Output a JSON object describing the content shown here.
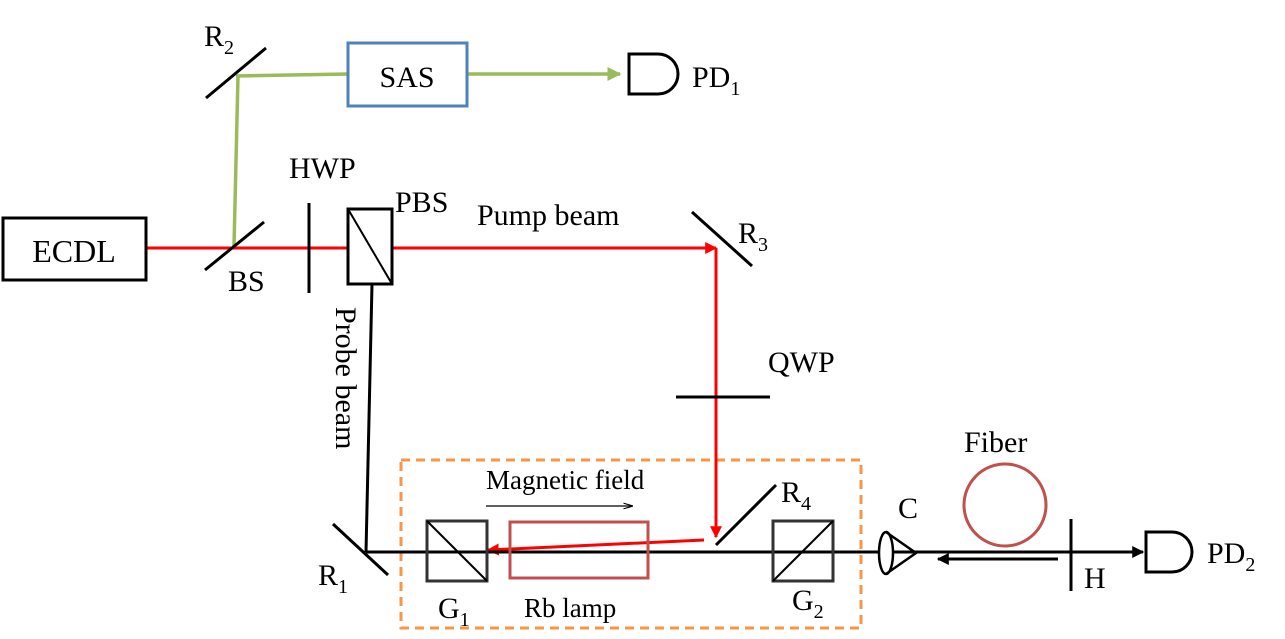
{
  "labels": {
    "ecdl": "ECDL",
    "sas": "SAS",
    "pd1": "PD",
    "pd1_sub": "1",
    "r2": "R",
    "r2_sub": "2",
    "hwp": "HWP",
    "pbs": "PBS",
    "pump_beam": "Pump beam",
    "r3": "R",
    "r3_sub": "3",
    "bs": "BS",
    "probe_beam": "Probe beam",
    "qwp": "QWP",
    "fiber": "Fiber",
    "magnetic_field": "Magnetic field",
    "r4": "R",
    "r4_sub": "4",
    "c": "C",
    "r1": "R",
    "r1_sub": "1",
    "g1": "G",
    "g1_sub": "1",
    "rb_lamp": "Rb lamp",
    "g2": "G",
    "g2_sub": "2",
    "h": "H",
    "pd2": "PD",
    "pd2_sub": "2"
  },
  "colors": {
    "pump_beam": "#ff0000",
    "reference_beam": "#9bbb59",
    "probe_beam": "#000000",
    "sas_box": "#4f81bd",
    "rb_lamp_box": "#c0504d",
    "fiber_loop": "#c0504d",
    "enclosure": "#f79646"
  }
}
